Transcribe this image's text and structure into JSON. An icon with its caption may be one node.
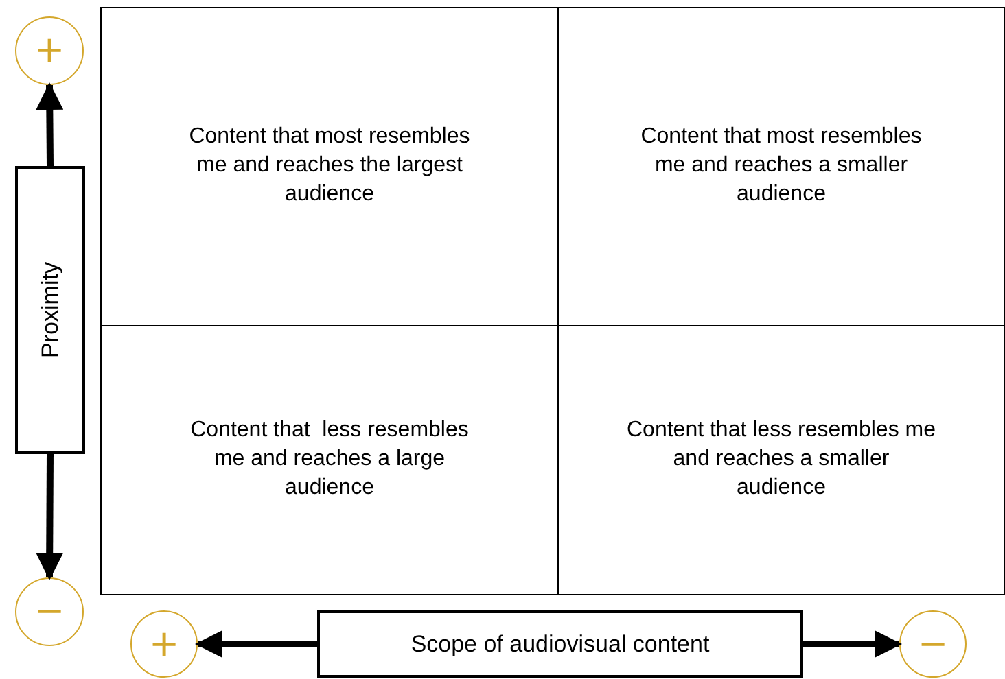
{
  "diagram": {
    "nodes": [
      {
        "text": [],
        "shape": "box"
      },
      {
        "text": [
          "Content that most resembles me and reaches the largest audience"
        ],
        "in": 0
      },
      {
        "text": [
          "Content that most resembles me and reaches a smaller audience"
        ],
        "in": 0
      },
      {
        "text": [
          "Content that  less resembles me and reaches a large audience"
        ],
        "in": 0
      },
      {
        "text": [
          "Content that less resembles me and reaches a smaller audience"
        ],
        "in": 0
      },
      {
        "text": [
          "Proximity"
        ]
      },
      {
        "text": [
          "Scope of audiovisual content"
        ]
      },
      {
        "text": [
          "+"
        ]
      },
      {
        "text": [
          "−"
        ]
      },
      {
        "text": [
          "+"
        ]
      },
      {
        "text": [
          "−"
        ]
      }
    ],
    "edges": [
      {
        "from": 5,
        "to": 7,
        "arrow": "to"
      },
      {
        "from": 5,
        "to": 8,
        "arrow": "to"
      },
      {
        "from": 6,
        "to": 9,
        "arrow": "to"
      },
      {
        "from": 6,
        "to": 10,
        "arrow": "to"
      }
    ]
  }
}
